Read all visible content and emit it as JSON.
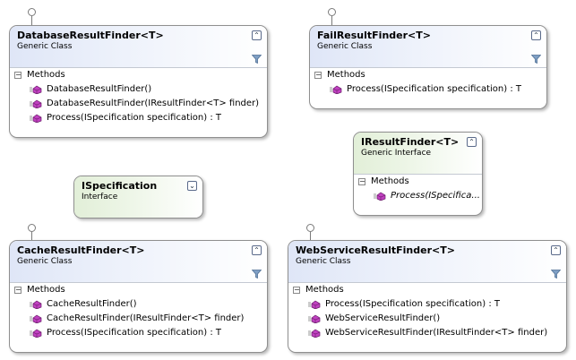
{
  "diagram": {
    "shapes": {
      "database_result_finder": {
        "title": "DatabaseResultFinder<T>",
        "subtitle": "Generic Class",
        "methods_label": "Methods",
        "methods": [
          "DatabaseResultFinder()",
          "DatabaseResultFinder(IResultFinder<T> finder)",
          "Process(ISpecification specification) : T"
        ]
      },
      "fail_result_finder": {
        "title": "FailResultFinder<T>",
        "subtitle": "Generic Class",
        "methods_label": "Methods",
        "methods": [
          "Process(ISpecification specification) : T"
        ]
      },
      "iresult_finder": {
        "title": "IResultFinder<T>",
        "subtitle": "Generic Interface",
        "methods_label": "Methods",
        "methods": [
          "Process(ISpecifica..."
        ]
      },
      "ispecification": {
        "title": "ISpecification",
        "subtitle": "Interface"
      },
      "cache_result_finder": {
        "title": "CacheResultFinder<T>",
        "subtitle": "Generic Class",
        "methods_label": "Methods",
        "methods": [
          "CacheResultFinder()",
          "CacheResultFinder(IResultFinder<T> finder)",
          "Process(ISpecification specification) : T"
        ]
      },
      "web_service_result_finder": {
        "title": "WebServiceResultFinder<T>",
        "subtitle": "Generic Class",
        "methods_label": "Methods",
        "methods": [
          "Process(ISpecification specification) : T",
          "WebServiceResultFinder()",
          "WebServiceResultFinder(IResultFinder<T> finder)"
        ]
      }
    },
    "icons": {
      "method": "method-icon",
      "collapse": "collapse-icon",
      "expand": "expand-icon",
      "filter": "filter-icon",
      "lollipop": "interface-lollipop-icon"
    },
    "colors": {
      "class_header": "#dfe6f7",
      "interface_header": "#e2efd8",
      "border": "#8f8f8f",
      "method_icon": "#c040c0"
    }
  }
}
